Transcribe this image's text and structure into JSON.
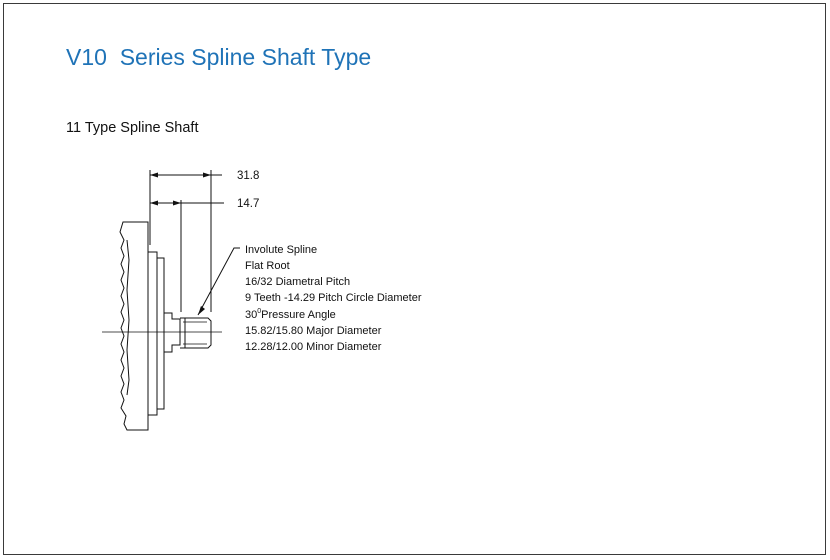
{
  "page": {
    "title": "V10  Series Spline Shaft Type",
    "subtitle": "11 Type Spline Shaft"
  },
  "dimensions": {
    "overall_length": "31.8",
    "spline_length": "14.7"
  },
  "spline_spec": {
    "line1": "Involute Spline",
    "line2": "Flat Root",
    "line3": "16/32 Diametral Pitch",
    "line4": "9 Teeth -14.29 Pitch Circle Diameter",
    "line5_sup": "0",
    "line5_prefix": "30",
    "line5_text": "Pressure Angle",
    "line6": "15.82/15.80 Major Diameter",
    "line7": "12.28/12.00 Minor Diameter"
  }
}
